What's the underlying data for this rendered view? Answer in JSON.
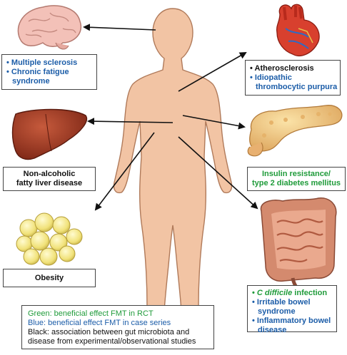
{
  "boxes": {
    "brain": {
      "items": [
        "Multiple sclerosis",
        "Chronic fatigue",
        "syndrome"
      ],
      "bullet": "•",
      "color": "#1c5da8"
    },
    "heart": {
      "items": [
        "Atherosclerosis",
        "Idiopathic",
        "thrombocytic purpura"
      ],
      "bullet": "•"
    },
    "liver": {
      "lines": [
        "Non-alcoholic",
        "fatty liver disease"
      ]
    },
    "pancreas": {
      "lines": [
        "Insulin resistance/",
        "type 2 diabetes mellitus"
      ]
    },
    "obesity": {
      "label": "Obesity"
    },
    "intestine": {
      "cdiff_italic": "C difficile",
      "cdiff_rest": " infection",
      "items": [
        "Irritable bowel",
        "syndrome",
        "Inflammatory bowel",
        "disease"
      ],
      "bullet": "•"
    }
  },
  "legend": {
    "green": "Green: beneficial effect FMT in RCT",
    "blue": "Blue: beneficial effect FMT in case series",
    "black_1": "Black: association between gut microbiota and",
    "black_2": "disease from experimental/observational studies"
  },
  "colors": {
    "green": "#1f9b3a",
    "blue": "#1c5da8",
    "body": "#f2c4a4",
    "body_outline": "#b07a5a"
  }
}
